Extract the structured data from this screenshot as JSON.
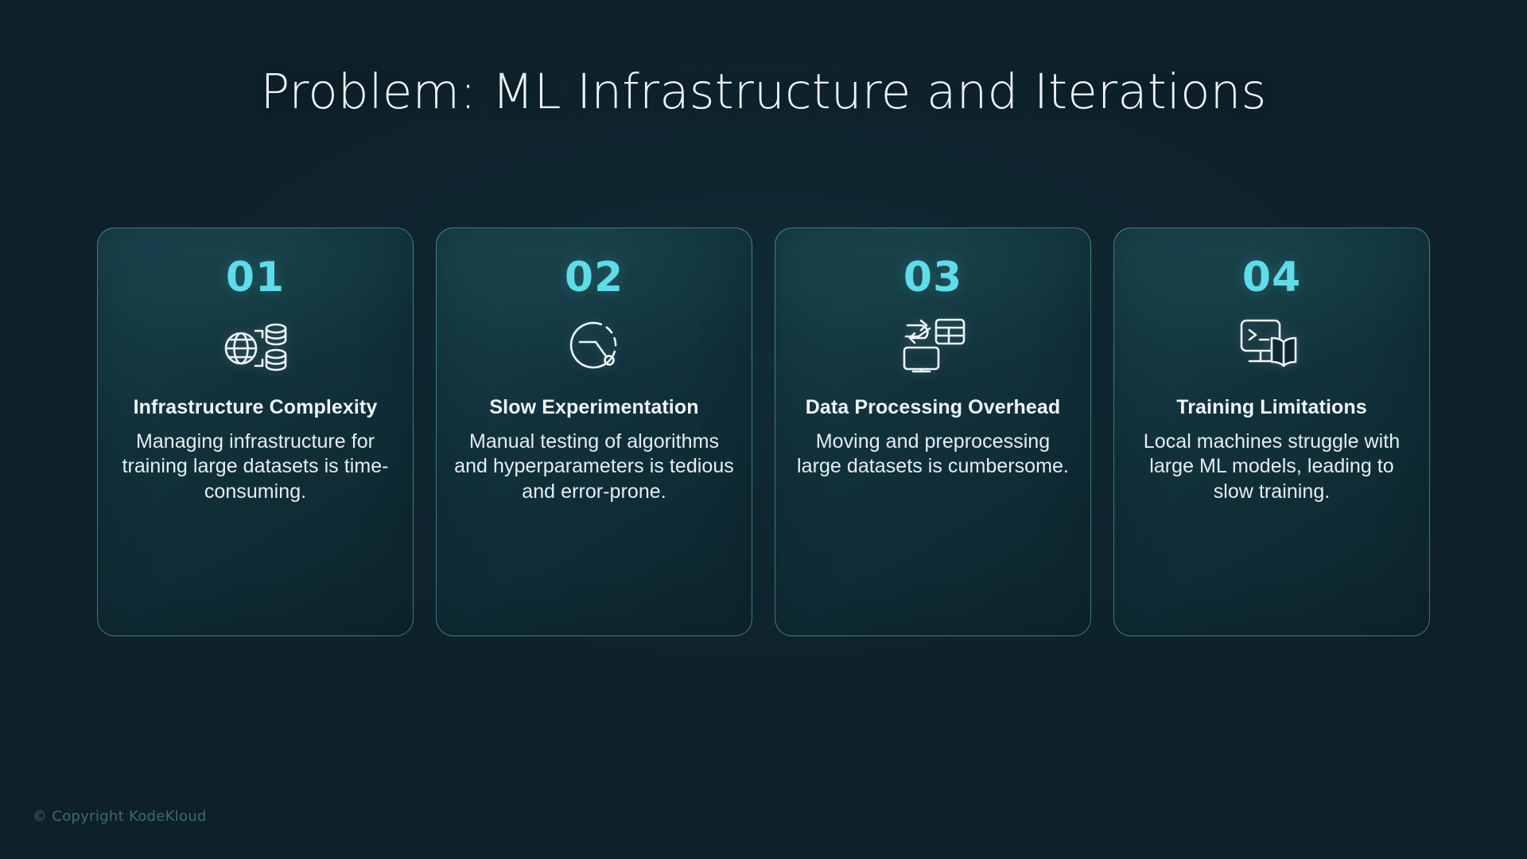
{
  "slide": {
    "title": "Problem: ML Infrastructure and Iterations",
    "background_color": "#0e2029",
    "accent_color": "#5edcea",
    "card_border_color": "#6ac6c4",
    "heading_color": "#f1f6f9"
  },
  "cards": [
    {
      "number": "01",
      "icon": "globe-database-icon",
      "heading": "Infrastructure Complexity",
      "body": "Managing infrastructure for training large datasets is time-consuming."
    },
    {
      "number": "02",
      "icon": "dashed-clock-icon",
      "heading": "Slow Experimentation",
      "body": "Manual testing of algorithms and hyperparameters is tedious and error-prone."
    },
    {
      "number": "03",
      "icon": "monitor-data-transfer-icon",
      "heading": "Data Processing Overhead",
      "body": "Moving and preprocessing large datasets is cumbersome."
    },
    {
      "number": "04",
      "icon": "terminal-monitor-book-icon",
      "heading": "Training Limitations",
      "body": "Local machines struggle with large ML models, leading to slow training."
    }
  ],
  "footer": {
    "copyright": "© Copyright KodeKloud"
  }
}
